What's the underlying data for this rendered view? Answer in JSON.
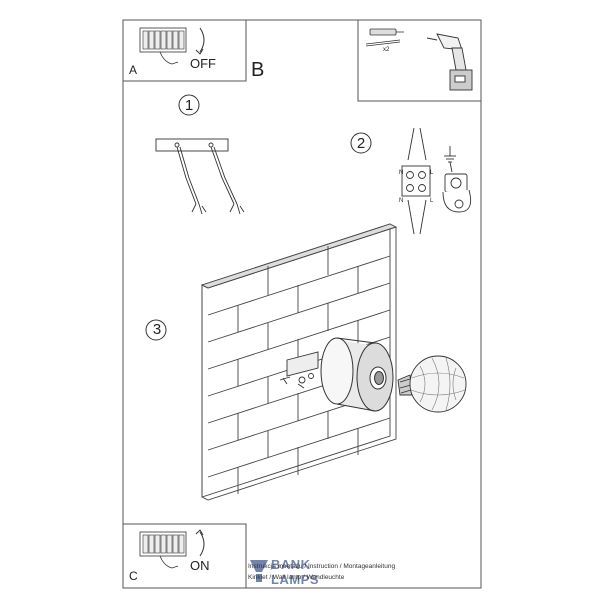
{
  "panels": {
    "a": {
      "letter": "A",
      "label": "OFF"
    },
    "b": {
      "letter": "B",
      "quantity": "x2"
    },
    "c": {
      "letter": "C",
      "label": "ON"
    }
  },
  "steps": [
    "1",
    "2",
    "3"
  ],
  "wiring": {
    "terminals_left": [
      "N",
      "N"
    ],
    "terminals_right": [
      "L",
      "L"
    ]
  },
  "caption": {
    "line1": "Instrukcja montażu / Instruction / Montageanleitung",
    "line2": "Kinkiet / Wall lamp / Wandleuchte"
  },
  "watermark": {
    "line1": "BANK",
    "line2": "LAMPS"
  },
  "colors": {
    "line": "#333333",
    "frame": "#555555",
    "logo": "#5a6fa0"
  }
}
